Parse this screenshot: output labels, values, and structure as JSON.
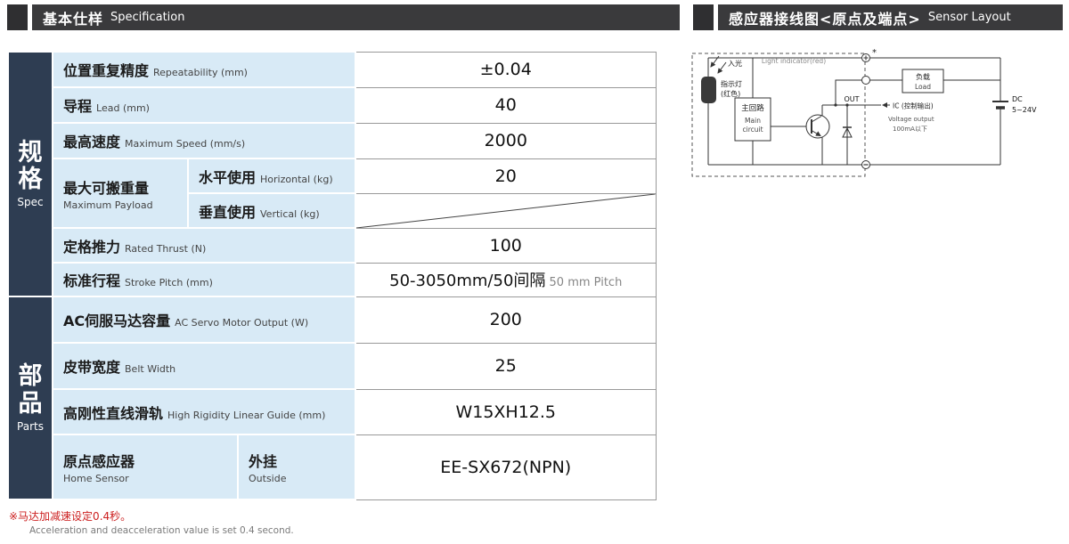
{
  "headers": {
    "left": {
      "zh": "基本仕样",
      "en": "Specification"
    },
    "right": {
      "zh": "感应器接线图<原点及端点>",
      "en": "Sensor Layout"
    }
  },
  "groups": {
    "spec": {
      "zh": "规格",
      "en": "Spec"
    },
    "parts": {
      "zh": "部品",
      "en": "Parts"
    }
  },
  "rows": {
    "repeatability": {
      "zh": "位置重复精度",
      "en": "Repeatability (mm)",
      "value": "±0.04"
    },
    "lead": {
      "zh": "导程",
      "en": "Lead (mm)",
      "value": "40"
    },
    "max_speed": {
      "zh": "最高速度",
      "en": "Maximum Speed (mm/s)",
      "value": "2000"
    },
    "payload": {
      "zh": "最大可搬重量",
      "en": "Maximum Payload",
      "horizontal": {
        "zh": "水平使用",
        "en": "Horizontal (kg)",
        "value": "20"
      },
      "vertical": {
        "zh": "垂直使用",
        "en": "Vertical (kg)",
        "value": ""
      }
    },
    "rated_thrust": {
      "zh": "定格推力",
      "en": "Rated Thrust (N)",
      "value": "100"
    },
    "stroke": {
      "zh": "标准行程",
      "en": "Stroke Pitch (mm)",
      "value": "50-3050mm/50间隔",
      "value_note": " 50 mm Pitch"
    },
    "servo": {
      "zh": "AC伺服马达容量",
      "en": "AC Servo Motor Output (W)",
      "value": "200"
    },
    "belt": {
      "zh": "皮带宽度",
      "en": "Belt Width",
      "value": "25"
    },
    "guide": {
      "zh": "高刚性直线滑轨",
      "en": "High Rigidity Linear Guide (mm)",
      "value": "W15XH12.5"
    },
    "home_sensor": {
      "zh": "原点感应器",
      "en": "Home Sensor",
      "mid_zh": "外挂",
      "mid_en": "Outside",
      "value": "EE-SX672(NPN)"
    }
  },
  "footnotes": {
    "red": "※马达加减速设定0.4秒。",
    "gray": "Acceleration and deacceleration value is set 0.4 second."
  },
  "diagram": {
    "light_indicator_en": "Light indicator(red)",
    "incoming_light": "入光",
    "indicator_zh": "指示灯",
    "indicator_color": "(红色)",
    "main_circuit_zh": "主回路",
    "main_en1": "Main",
    "main_en2": "circuit",
    "star": "*",
    "out": "OUT",
    "ic": "IC (控制输出)",
    "voltage_output": "Voltage output",
    "current_limit": "100mA以下",
    "load_zh": "负载",
    "load_en": "Load",
    "dc1": "DC",
    "dc2": "5~24V"
  },
  "colors": {
    "header_bar": "#3a3a3c",
    "group_column": "#2e3d52",
    "label_cell": "#d8eaf6",
    "footnote_red": "#cc2020"
  }
}
